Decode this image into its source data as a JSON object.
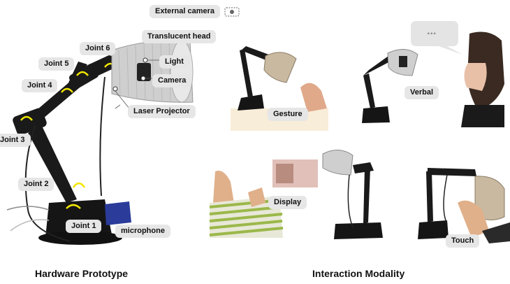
{
  "hardware": {
    "caption": "Hardware Prototype",
    "labels": {
      "external_camera": "External camera",
      "translucent_head": "Translucent head",
      "light": "Light",
      "camera": "Camera",
      "laser_projector": "Laser Projector",
      "joint6": "Joint 6",
      "joint5": "Joint 5",
      "joint4": "Joint 4",
      "joint3": "Joint 3",
      "joint2": "Joint 2",
      "joint1": "Joint 1",
      "microphone": "microphone"
    }
  },
  "interaction": {
    "caption": "Interaction Modality",
    "speech_bubble": "...",
    "modalities": {
      "gesture": "Gesture",
      "verbal": "Verbal",
      "display": "Display",
      "touch": "Touch"
    }
  },
  "colors": {
    "arm": "#1a1a1a",
    "head": "#c8c8c8",
    "label_bg": "#e6e6e6",
    "joint_marker": "#f2e600",
    "microphone": "#2a3b9a",
    "sweater_stripe": "#9bb84a"
  }
}
